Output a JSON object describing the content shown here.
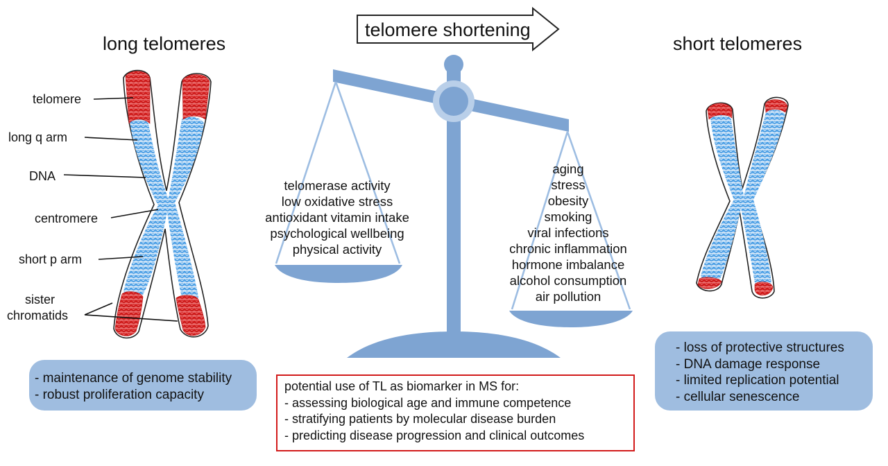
{
  "arrow_label": "telomere shortening",
  "left": {
    "title": "long telomeres",
    "labels": {
      "telomere": "telomere",
      "long_q_arm": "long q arm",
      "dna": "DNA",
      "centromere": "centromere",
      "short_p_arm": "short p arm",
      "sister": "sister",
      "chromatids": "chromatids"
    },
    "box": [
      "- maintenance of genome stability",
      "- robust proliferation capacity"
    ]
  },
  "right": {
    "title": "short telomeres",
    "box": [
      "- loss of protective structures",
      "- DNA damage response",
      "- limited replication potential",
      "- cellular senescence"
    ]
  },
  "left_pan": [
    "telomerase activity",
    "low oxidative stress",
    "antioxidant vitamin intake",
    "psychological wellbeing",
    "physical activity"
  ],
  "right_pan": [
    "aging",
    "stress",
    "obesity",
    "smoking",
    "viral infections",
    "chronic inflammation",
    "hormone imbalance",
    "alcohol consumption",
    "air pollution"
  ],
  "biomarker": [
    "potential use of TL as biomarker in MS for:",
    "- assessing biological age and immune competence",
    "- stratifying patients by molecular disease burden",
    "- predicting disease progression and clinical outcomes"
  ],
  "colors": {
    "scale": "#7ea4d2",
    "scale_light": "#b9cfe9",
    "box_blue": "#9fbde0",
    "telomere_red": "#d21a1a",
    "dna_blue": "#2f8fe0",
    "border_red": "#d21a1a"
  }
}
